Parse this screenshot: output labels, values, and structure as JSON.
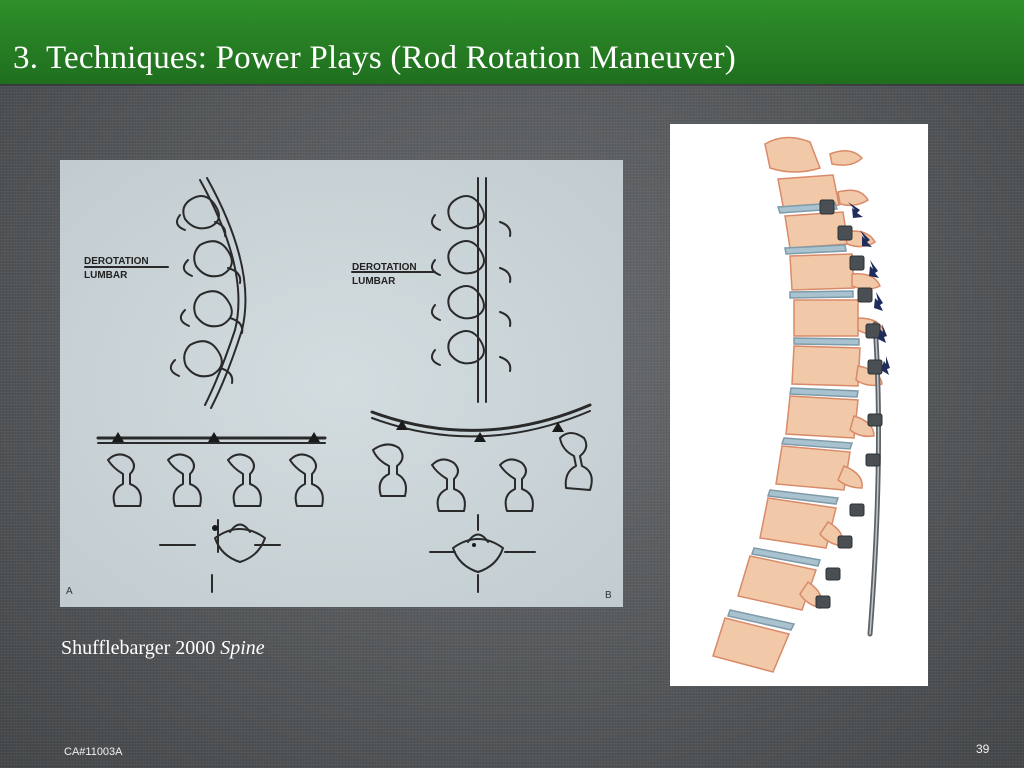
{
  "slide": {
    "title": "3.  Techniques: Power Plays (Rod Rotation Maneuver)",
    "caption_author": "Shufflebarger 2000 ",
    "caption_journal": "Spine",
    "footer_id": "CA#11003A",
    "slide_number": "39"
  },
  "figure_left": {
    "panel_a": {
      "label_line1": "DEROTATION",
      "label_line2": "LUMBAR",
      "letter": "A"
    },
    "panel_b": {
      "label_line1": "DEROTATION",
      "label_line2": "LUMBAR",
      "letter": "B"
    }
  },
  "colors": {
    "title_bar": "#2a8426",
    "background": "#5b5e61",
    "figure_paper": "#c9d3d6",
    "bone": "#f1c9a8",
    "bone_outline": "#d98a68",
    "disc": "#a9c2cf",
    "arrow": "#1f2d5c"
  }
}
